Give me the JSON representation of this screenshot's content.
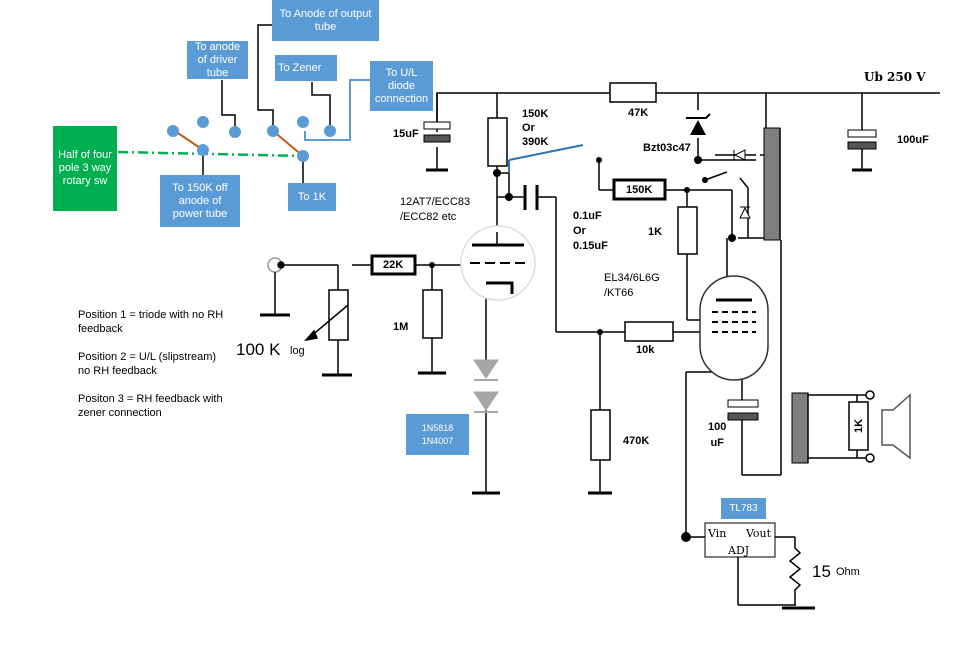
{
  "callouts": {
    "anode_output": "To Anode of output tube",
    "anode_driver": "To anode of driver tube",
    "zener": "To Zener",
    "ul_diode": "To U/L diode connection",
    "rotary_switch": "Half of four pole 3 way rotary sw",
    "anode_power": "To 150K off anode of power tube",
    "to_1k": "To 1K",
    "diodes": "1N5818\n1N4007",
    "regulator": "TL783"
  },
  "labels": {
    "supply": "Ub 250 V",
    "cap_15uf": "15uF",
    "r_150k_390k": "150K\nOr\n390K",
    "r_47k": "47K",
    "zener_part": "Bzt03c47",
    "cap_100uf": "100uF",
    "driver_tube": "12AT7/ECC83\n/ECC82 etc",
    "r_150k": "150K",
    "cap_coupling": "0.1uF\nOr\n0.15uF",
    "r_1k": "1K",
    "r_22k": "22K",
    "pot": "100 K",
    "pot_taper": "log",
    "r_1m": "1M",
    "power_tube": "EL34/6L6G\n/KT66",
    "r_10k": "10k",
    "r_470k": "470K",
    "cap_100uf_cathode": "100\nuF",
    "r_1k_speaker": "1K",
    "vin": "Vin",
    "vout": "Vout",
    "adj": "ADJ",
    "r_15ohm": "15",
    "r_15ohm_unit": "Ohm"
  },
  "notes": [
    "Position 1 = triode with no RH feedback",
    "Position 2 = U/L (slipstream) no RH feedback",
    "Positon 3 = RH feedback with zener connection"
  ],
  "colors": {
    "callout_blue": "#5b9bd5",
    "callout_green": "#00b050",
    "switch_orange": "#c55a11",
    "dash_green": "#00b050",
    "wire": "#000000",
    "diode_gray": "#a6a6a6"
  }
}
